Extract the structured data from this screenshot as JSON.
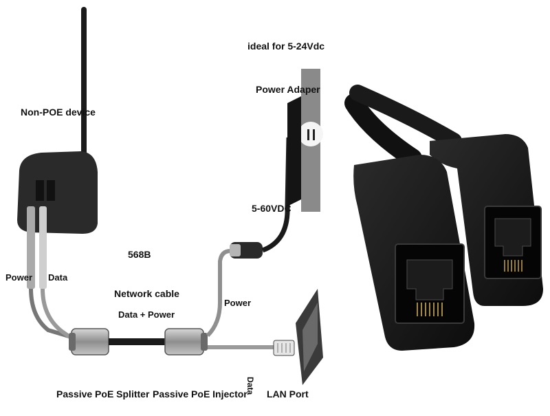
{
  "labels": {
    "non_poe_device": "Non-POE device",
    "ideal_voltage": "ideal for 5-24Vdc",
    "power_adapter": "Power Adaper",
    "adapter_voltage": "5-60VDC",
    "cable_type": "568B",
    "network_cable": "Network cable",
    "data_power": "Data + Power",
    "power_left": "Power",
    "data_left": "Data",
    "power_right": "Power",
    "data_right": "Data",
    "splitter": "Passive PoE Splitter",
    "injector": "Passive PoE Injector",
    "lan_port": "LAN Port"
  },
  "colors": {
    "device_body": "#2a2a2a",
    "cable": "#1a1a1a",
    "connector": "#9a9a9a",
    "adapter_plate": "#8a8a8a"
  }
}
